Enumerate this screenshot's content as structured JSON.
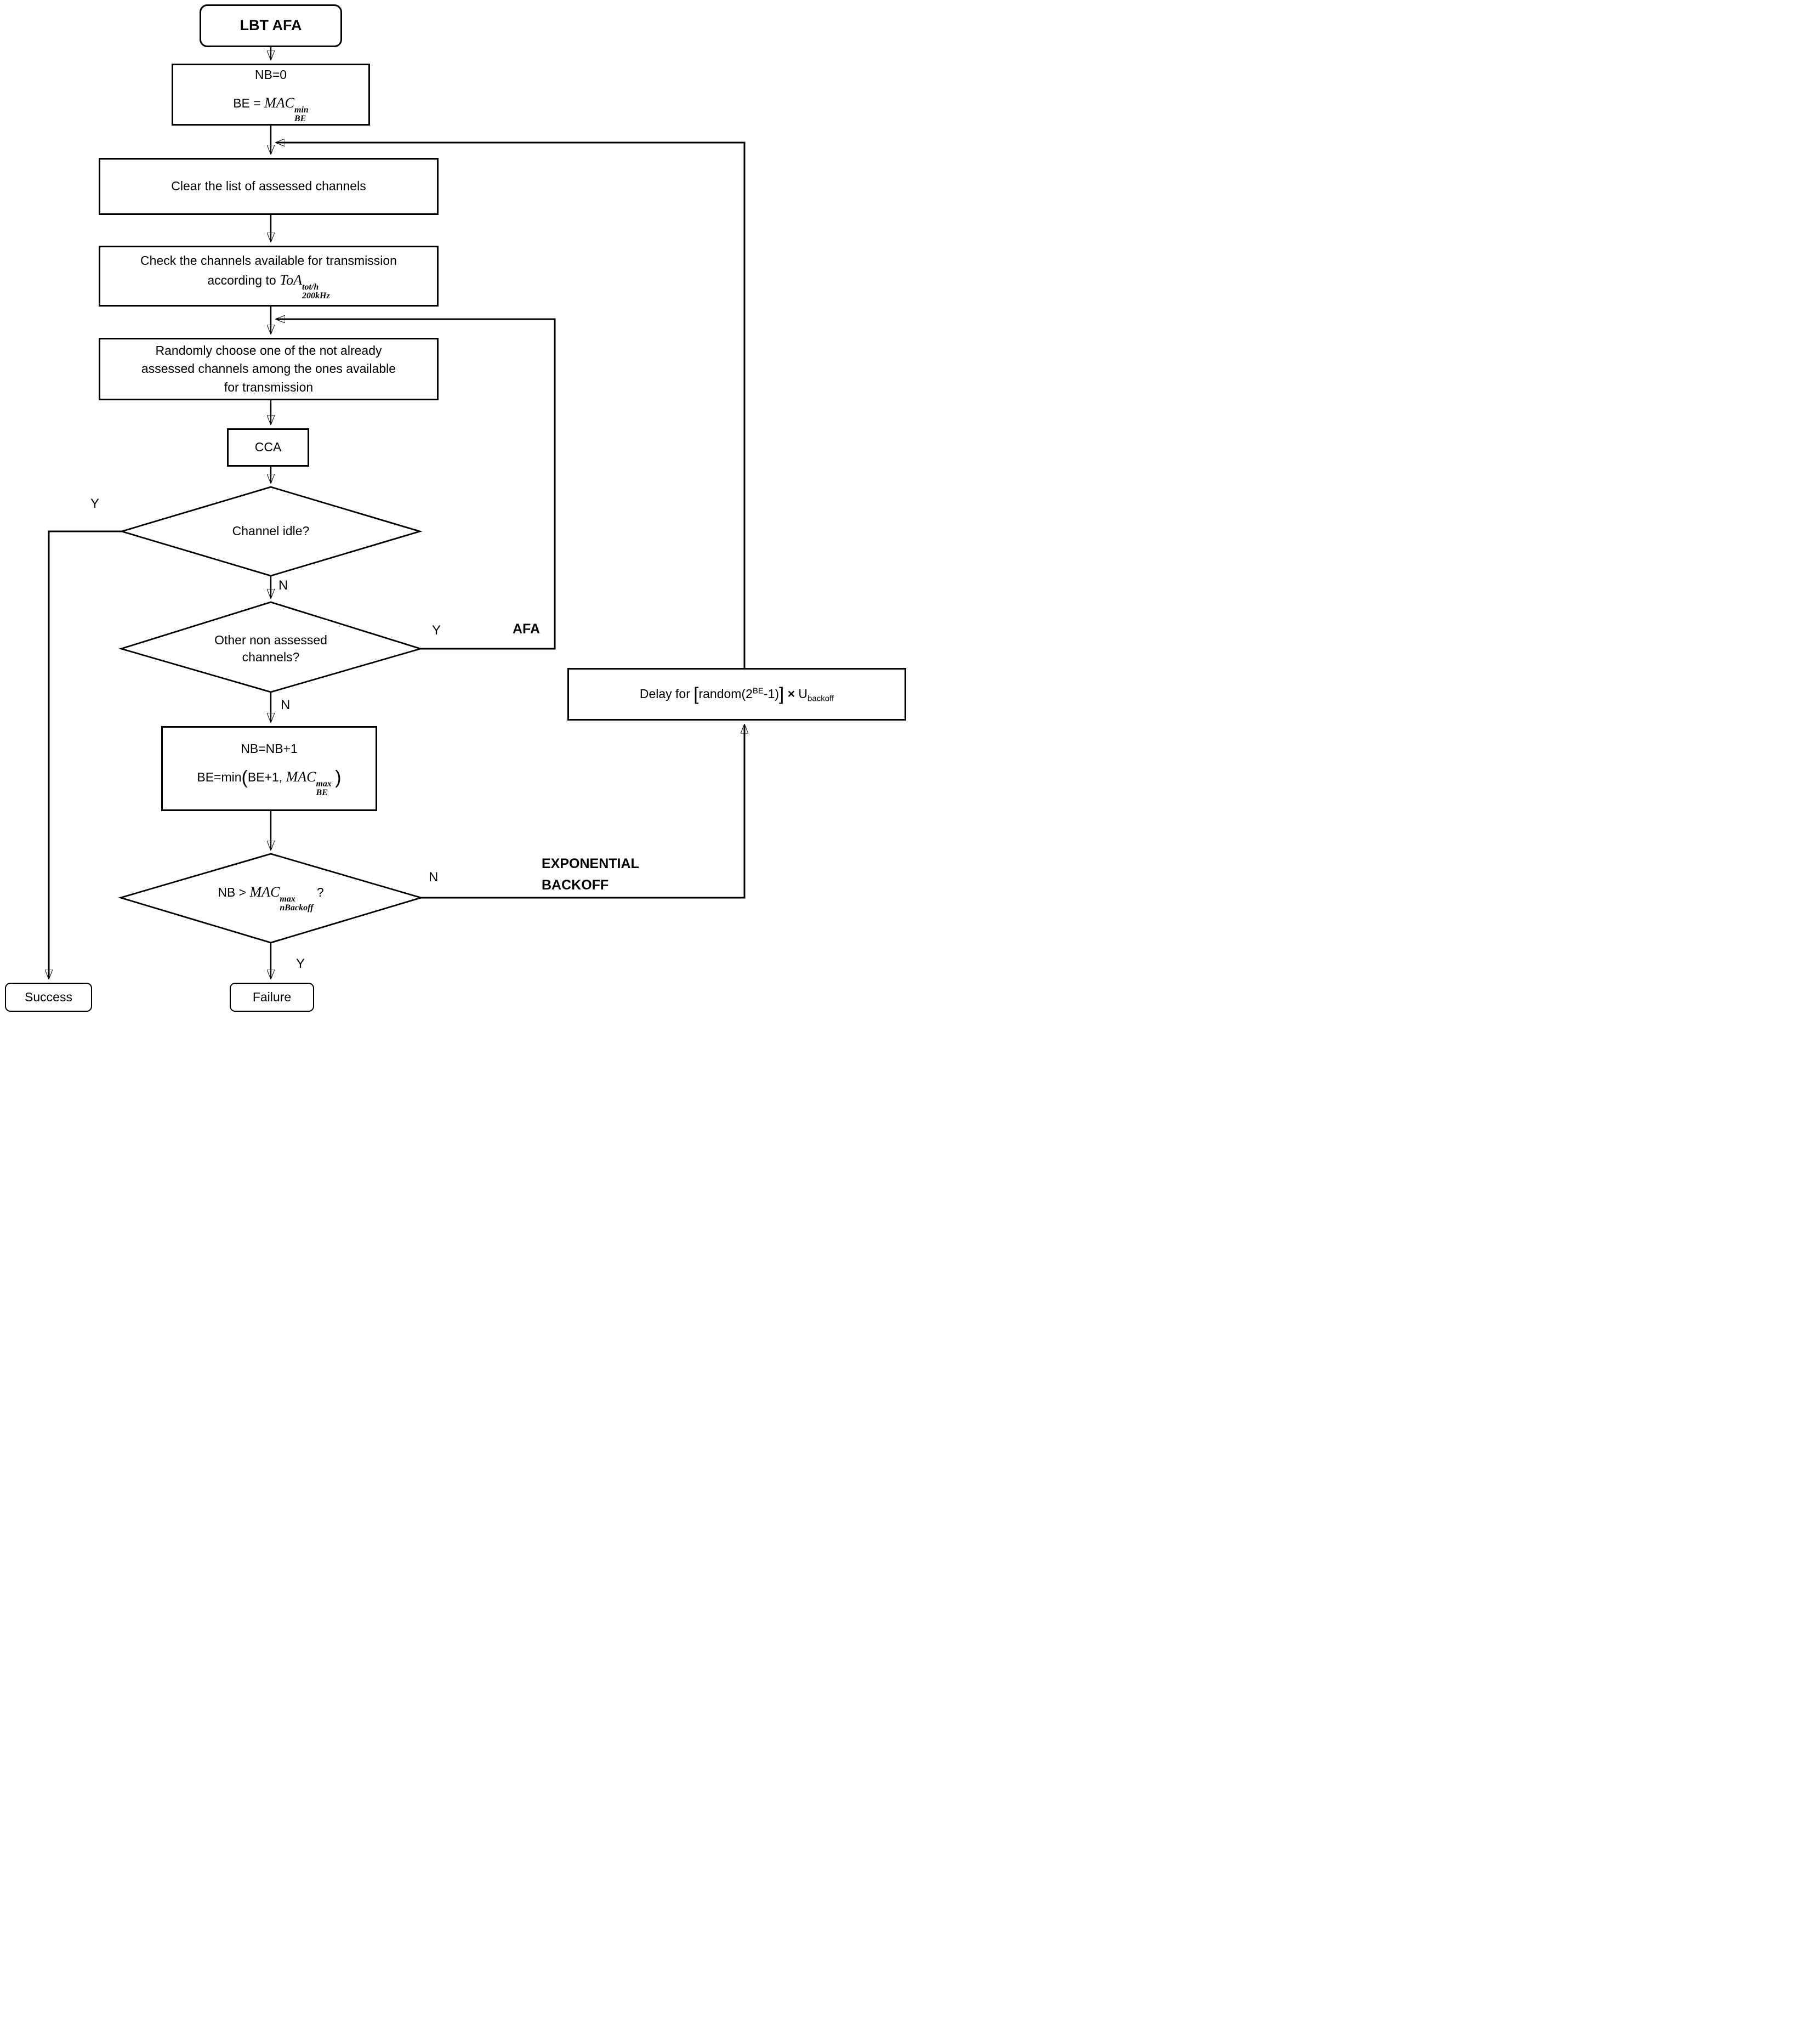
{
  "colors": {
    "stroke": "#000000",
    "background": "#ffffff",
    "text": "#000000"
  },
  "nodes": {
    "start": {
      "label": "LBT AFA"
    },
    "init": {
      "line1": "NB=0",
      "line2": {
        "prefix": "BE = ",
        "base": "MAC",
        "sup": "min",
        "sub": "BE"
      }
    },
    "clear": {
      "label": "Clear the list of assessed channels"
    },
    "check": {
      "line1": "Check the channels available for transmission",
      "line2": {
        "prefix": "according to ",
        "base": "ToA",
        "sup": "tot/h",
        "sub": "200kHz"
      }
    },
    "random": {
      "line1": "Randomly choose one of the not already",
      "line2": "assessed channels among the ones available",
      "line3": "for transmission"
    },
    "cca": {
      "label": "CCA"
    },
    "decision_idle": {
      "label": "Channel idle?"
    },
    "decision_other": {
      "line1": "Other non assessed",
      "line2": "channels?"
    },
    "increment": {
      "line1": "NB=NB+1",
      "line2": {
        "prefix": "BE=min",
        "open_paren": "(",
        "args": "BE+1, ",
        "base": "MAC",
        "sup": "max",
        "sub": "BE",
        "close_paren": ")"
      }
    },
    "decision_backoff": {
      "prefix": "NB > ",
      "base": "MAC",
      "sup": "max",
      "sub": "nBackoff",
      "suffix": " ?"
    },
    "delay": {
      "prefix": "Delay for ",
      "open_bracket": "[",
      "term1": "random(2",
      "exponent": "BE",
      "term2": "-1)",
      "close_bracket": "]",
      "multiply": " × ",
      "unit_base": "U",
      "unit_sub": "backoff"
    },
    "success": {
      "label": "Success"
    },
    "failure": {
      "label": "Failure"
    }
  },
  "edge_labels": {
    "idle_yes": "Y",
    "idle_no": "N",
    "other_yes": "Y",
    "other_no": "N",
    "afa": "AFA",
    "backoff_no": "N",
    "backoff_yes": "Y",
    "exponential_line1": "EXPONENTIAL",
    "exponential_line2": "BACKOFF"
  }
}
